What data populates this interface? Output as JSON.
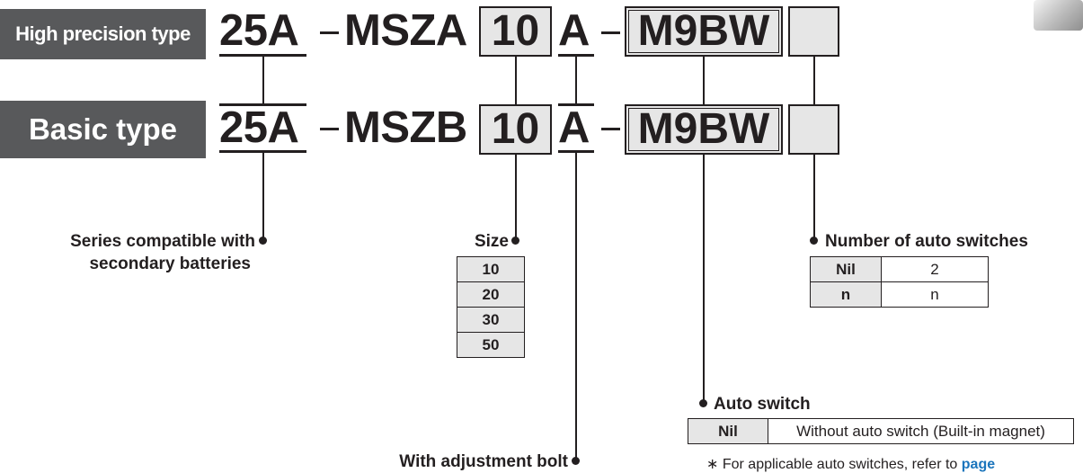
{
  "rows": [
    {
      "type_label": "High precision type",
      "prefix": "25A",
      "dash1": "–",
      "model": "MSZA",
      "size": "10",
      "adj": "A",
      "dash2": "–",
      "switch": "M9BW",
      "count": ""
    },
    {
      "type_label": "Basic type",
      "prefix": "25A",
      "dash1": "–",
      "model": "MSZB",
      "size": "10",
      "adj": "A",
      "dash2": "–",
      "switch": "M9BW",
      "count": ""
    }
  ],
  "series": {
    "line1": "Series compatible with",
    "line2": "secondary batteries"
  },
  "size": {
    "title": "Size",
    "options": [
      "10",
      "20",
      "30",
      "50"
    ]
  },
  "count": {
    "title": "Number of auto switches",
    "rows": [
      {
        "key": "Nil",
        "value": "2"
      },
      {
        "key": "n",
        "value": "n"
      }
    ]
  },
  "auto_switch": {
    "title": "Auto switch",
    "rows": [
      {
        "key": "Nil",
        "value": "Without auto switch (Built-in magnet)"
      }
    ]
  },
  "adjustment": {
    "title": "With adjustment bolt"
  },
  "footnote": {
    "prefix": "∗ For applicable auto switches, refer to",
    "link": "page"
  },
  "colors": {
    "label_bg": "#58595b",
    "box_bg": "#e6e6e6",
    "link": "#1b75bc"
  },
  "icons": {
    "product": "cylinder-product-photo"
  }
}
